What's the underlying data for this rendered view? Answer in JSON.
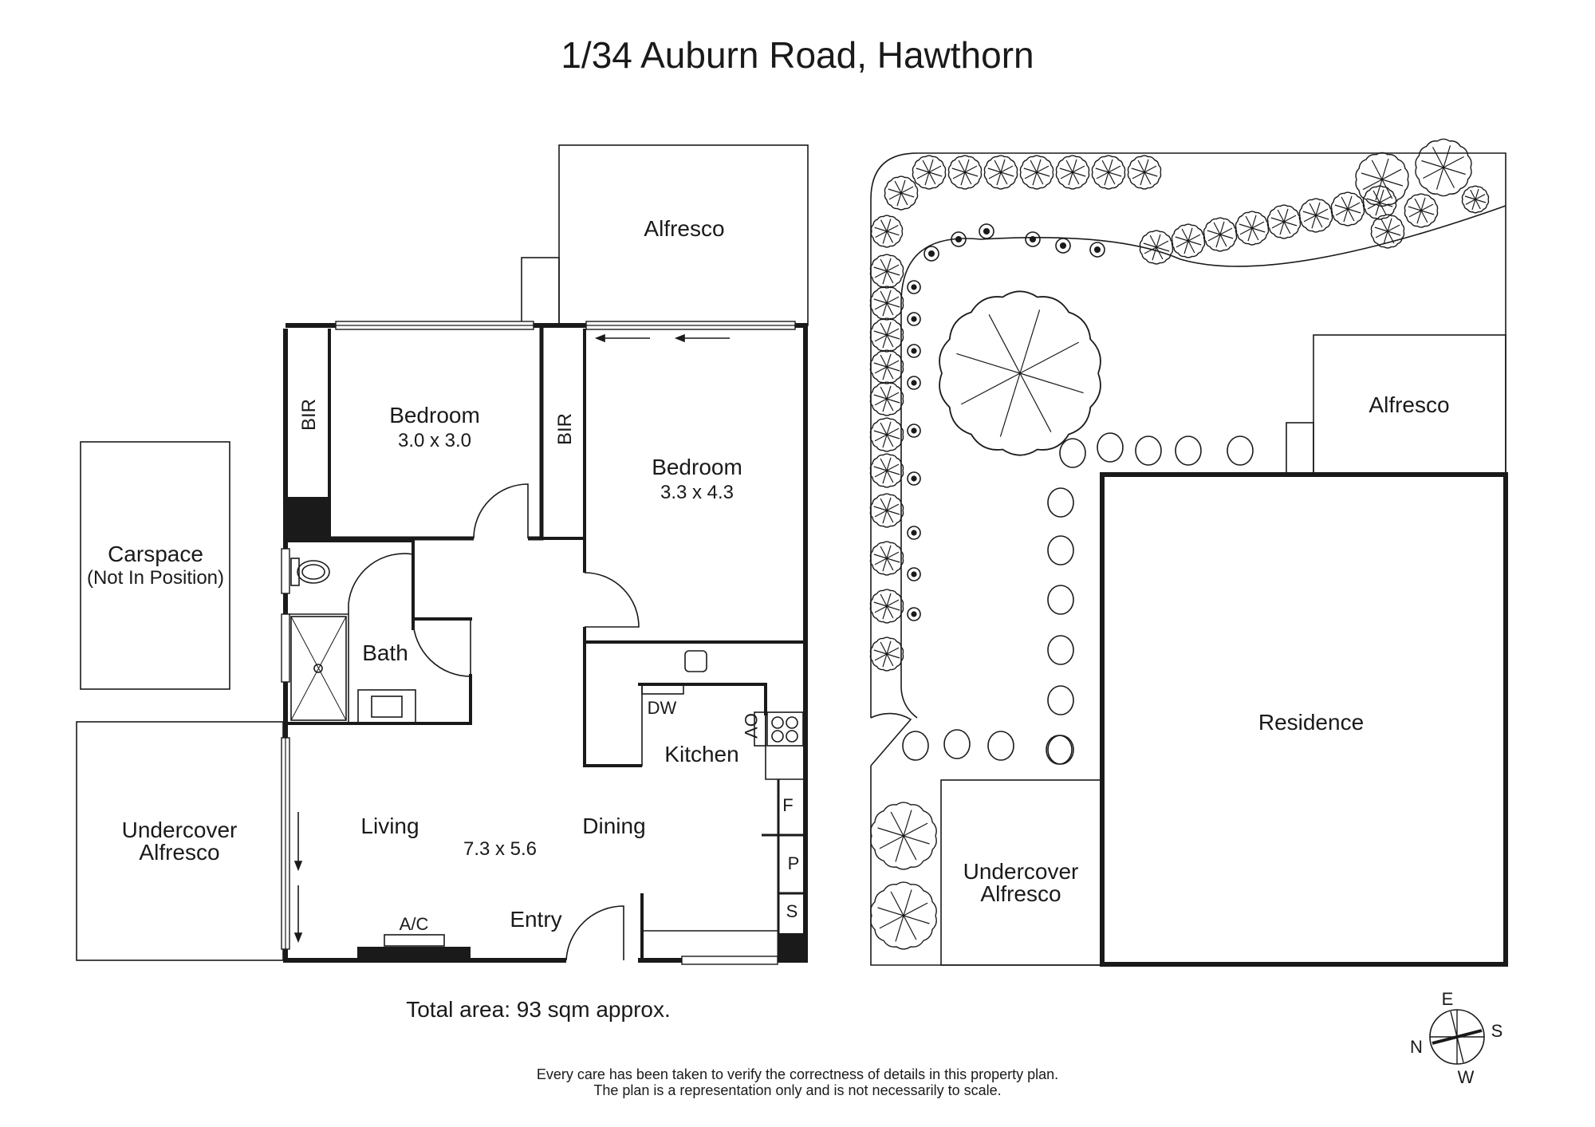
{
  "title": "1/34 Auburn Road, Hawthorn",
  "rooms": {
    "alfresco_top": "Alfresco",
    "bedroom1": {
      "name": "Bedroom",
      "size": "3.0 x 3.0"
    },
    "bedroom2": {
      "name": "Bedroom",
      "size": "3.3 x 4.3"
    },
    "bir1": "BIR",
    "bir2": "BIR",
    "bath": "Bath",
    "kitchen": "Kitchen",
    "dw": "DW",
    "ov": "OV",
    "fridge": "F",
    "pantry": "P",
    "storage": "S",
    "living": "Living",
    "dining": "Dining",
    "living_size": "7.3 x 5.6",
    "entry": "Entry",
    "ac": "A/C",
    "carspace": "Carspace",
    "carspace_note": "(Not In Position)",
    "undercover_alfresco_left": [
      "Undercover",
      "Alfresco"
    ]
  },
  "site": {
    "alfresco": "Alfresco",
    "residence": "Residence",
    "undercover_alfresco": [
      "Undercover",
      "Alfresco"
    ]
  },
  "total_area": "Total area: 93 sqm approx.",
  "disclaimer": [
    "Every care has been taken to verify the correctness of details in this property plan.",
    "The plan is a representation only and is not necessarily to scale."
  ],
  "compass": {
    "n": "N",
    "e": "E",
    "s": "S",
    "w": "W"
  },
  "icons": [
    "tree-icon",
    "shrub-icon",
    "stepping-stone-icon",
    "compass-icon",
    "toilet-icon",
    "stove-icon",
    "sink-icon",
    "shower-icon"
  ]
}
